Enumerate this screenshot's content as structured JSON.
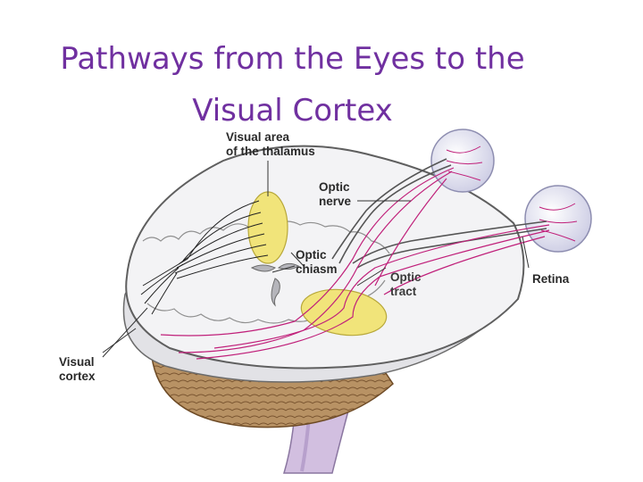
{
  "title": {
    "line1": "Pathways from the Eyes to the",
    "line2": "Visual Cortex"
  },
  "labels": {
    "thalamus": {
      "line1": "Visual area",
      "line2": "of the thalamus"
    },
    "optic_nerve": {
      "line1": "Optic",
      "line2": "nerve"
    },
    "optic_chiasm": {
      "line1": "Optic",
      "line2": "chiasm"
    },
    "optic_tract": {
      "line1": "Optic",
      "line2": "tract"
    },
    "retina": {
      "line1": "Retina"
    },
    "visual_cortex": {
      "line1": "Visual",
      "line2": "cortex"
    }
  },
  "colors": {
    "title": "#7030a0",
    "brain_fill": "#f2f2f4",
    "brain_stroke": "#6b6b6b",
    "pathway": "#c0207a",
    "nucleus": "#f1e47a",
    "cerebellum": "#b08a5a",
    "brainstem": "#c8b4d8",
    "eye": "#e6e6f4"
  }
}
